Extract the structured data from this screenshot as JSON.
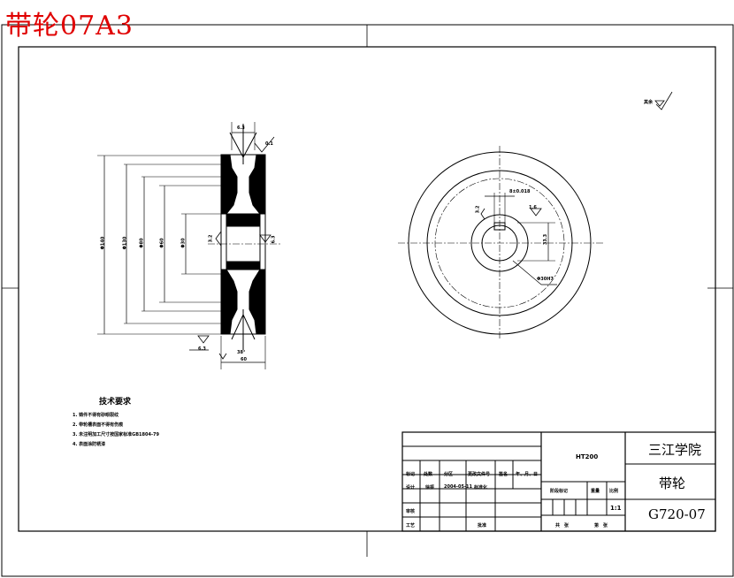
{
  "header": {
    "title": "带轮07A3"
  },
  "dimensions": {
    "top_width": "6.3",
    "outer_diameter": "Φ140",
    "d2": "Φ130",
    "d3": "Φ80",
    "d4": "Φ60",
    "bore": "Φ30",
    "left_small": "3.2",
    "right_small": "6.3",
    "lower_roughness": "6.3",
    "angle": "38°",
    "width": "60",
    "keyway_width": "8±0.018",
    "keyway_depth": "33.3",
    "bore_fit": "Φ30H7",
    "side_roughness": "1.6",
    "keyway_roughness": "3.2",
    "corner_symbol": "其余",
    "tol_mark": "0.1"
  },
  "notes": {
    "title": "技术要求",
    "items": [
      "1. 铸件不得有砂眼裂纹",
      "2. 带轮槽表面不得有伤痕",
      "3. 未注明加工尺寸按国家标准GB1804-79",
      "4. 表面涂防锈漆"
    ]
  },
  "title_block": {
    "material": "HT200",
    "school": "三江学院",
    "part_name": "带轮",
    "drawing_no": "G720-07",
    "scale": "1:1",
    "row_labels": [
      "标记",
      "处数",
      "分区",
      "更改文件号",
      "签名",
      "年、月、日"
    ],
    "design_label": "设计",
    "designer": "徐振",
    "date": "2004-05-11",
    "standard_label": "标准化",
    "review_label": "审核",
    "process_label": "工艺",
    "approve_label": "批准",
    "stage_label": "阶段标记",
    "weight_label": "重量",
    "ratio_label": "比例",
    "sheet_total": "共　张",
    "sheet_no": "第　张"
  }
}
